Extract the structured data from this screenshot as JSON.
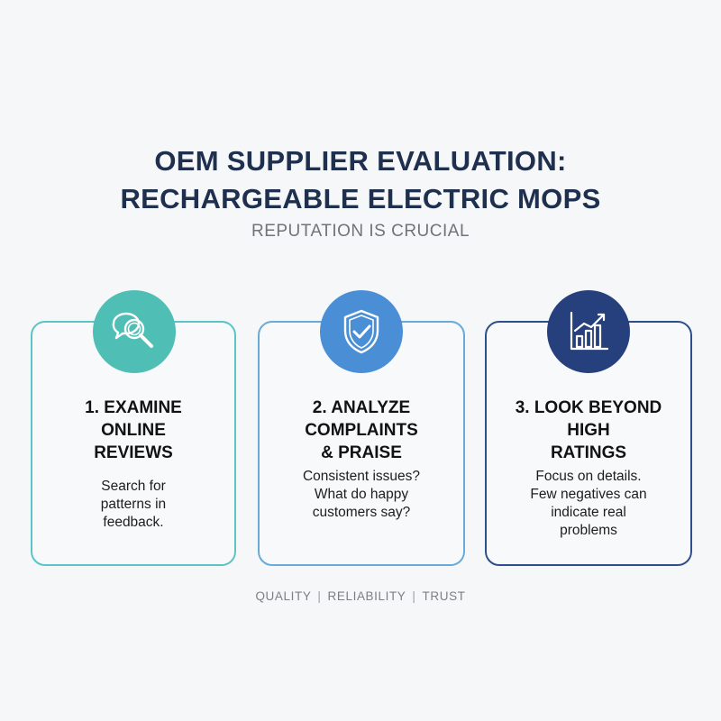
{
  "header": {
    "title_line1": "OEM SUPPLIER EVALUATION:",
    "title_line2": "RECHARGEABLE ELECTRIC MOPS",
    "subtitle": "REPUTATION IS CRUCIAL"
  },
  "cards": [
    {
      "icon": "magnifier-speech-icon",
      "color": "#4fbfb6",
      "title_lines": [
        "1. EXAMINE",
        "ONLINE",
        "REVIEWS"
      ],
      "desc_lines": [
        "Search for",
        "patterns in",
        "feedback."
      ]
    },
    {
      "icon": "shield-check-icon",
      "color": "#4a8fd6",
      "title_lines": [
        "2. ANALYZE",
        "COMPLAINTS",
        "& PRAISE"
      ],
      "desc_lines": [
        "Consistent issues?",
        "What do happy",
        "customers say?"
      ]
    },
    {
      "icon": "bar-chart-trend-icon",
      "color": "#263f7d",
      "title_lines": [
        "3. LOOK BEYOND",
        "HIGH",
        "RATINGS"
      ],
      "desc_lines": [
        "Focus on details.",
        "Few negatives can",
        "indicate real",
        "problems"
      ]
    }
  ],
  "footer": {
    "items": [
      "QUALITY",
      "RELIABILITY",
      "TRUST"
    ],
    "separator": "|"
  }
}
